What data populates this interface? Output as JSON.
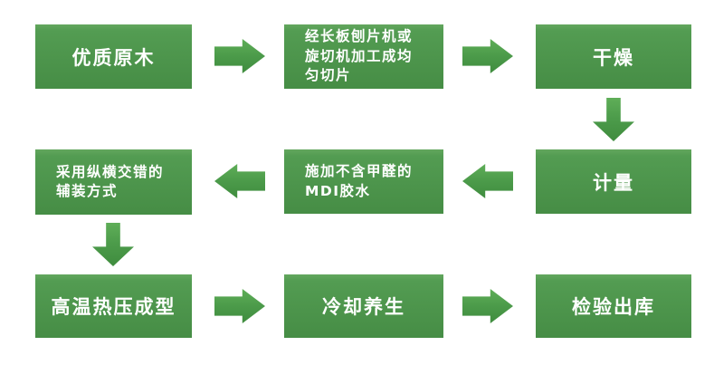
{
  "colors": {
    "background": "#ffffff",
    "box_gradient_top": "#539c52",
    "box_gradient_bottom": "#468d45",
    "arrow_gradient_top": "#5fae58",
    "arrow_gradient_bottom": "#3f8c3e",
    "text": "#ffffff"
  },
  "flowchart": {
    "nodes": [
      {
        "id": "step-1",
        "label": "优质原木"
      },
      {
        "id": "step-2",
        "label": "经长板刨片机或\n旋切机加工成均\n匀切片"
      },
      {
        "id": "step-3",
        "label": "干燥"
      },
      {
        "id": "step-4",
        "label": "计量"
      },
      {
        "id": "step-5",
        "label": "施加不含甲醛的\nMDI胶水"
      },
      {
        "id": "step-6",
        "label": "采用纵横交错的\n辅装方式"
      },
      {
        "id": "step-7",
        "label": "高温热压成型"
      },
      {
        "id": "step-8",
        "label": "冷却养生"
      },
      {
        "id": "step-9",
        "label": "检验出库"
      }
    ],
    "arrows": [
      {
        "direction": "right",
        "from": "优质原木",
        "to": "经长板刨片机或旋切机加工成均匀切片"
      },
      {
        "direction": "right",
        "from": "经长板刨片机或旋切机加工成均匀切片",
        "to": "干燥"
      },
      {
        "direction": "down",
        "from": "干燥",
        "to": "计量"
      },
      {
        "direction": "left",
        "from": "计量",
        "to": "施加不含甲醛的MDI胶水"
      },
      {
        "direction": "left",
        "from": "施加不含甲醛的MDI胶水",
        "to": "采用纵横交错的辅装方式"
      },
      {
        "direction": "down",
        "from": "采用纵横交错的辅装方式",
        "to": "高温热压成型"
      },
      {
        "direction": "right",
        "from": "高温热压成型",
        "to": "冷却养生"
      },
      {
        "direction": "right",
        "from": "冷却养生",
        "to": "检验出库"
      }
    ]
  }
}
